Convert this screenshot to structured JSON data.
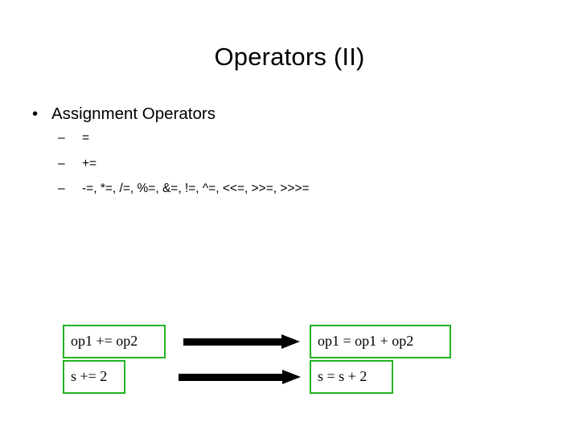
{
  "slide": {
    "title": "Operators (II)",
    "background_color": "#ffffff",
    "text_color": "#000000",
    "accent_color": "#22b222",
    "bullets": [
      {
        "marker": "•",
        "label": "Assignment Operators",
        "sub_items": [
          {
            "marker": "–",
            "label": "="
          },
          {
            "marker": "–",
            "label": "+="
          },
          {
            "marker": "–",
            "label": "-=, *=, /=, %=, &=, !=, ^=, <<=, >>=, >>>="
          }
        ]
      }
    ],
    "diagram": {
      "arrow_glyph": "arrow-right",
      "rows": [
        {
          "source": "op1 += op2",
          "target": "op1 = op1 + op2"
        },
        {
          "source": "s += 2",
          "target": "s = s + 2"
        }
      ]
    }
  }
}
